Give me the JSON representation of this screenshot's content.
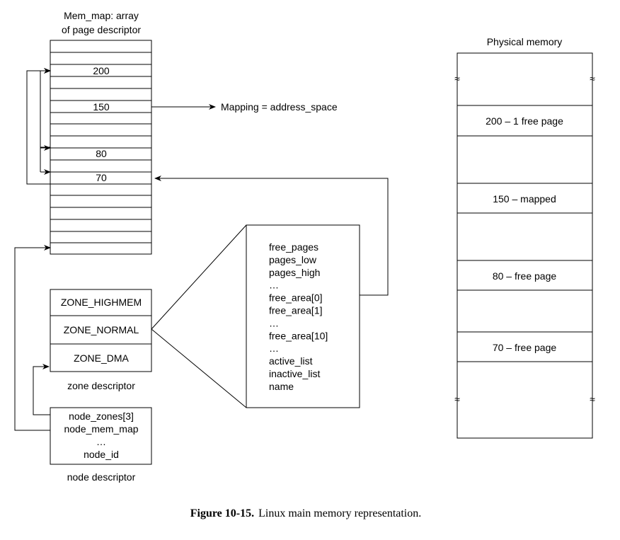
{
  "mem_map": {
    "title_line1": "Mem_map: array",
    "title_line2": "of page descriptor",
    "entries": {
      "e200": "200",
      "e150": "150",
      "e80": "80",
      "e70": "70"
    }
  },
  "mapping_label": "Mapping = address_space",
  "zones": {
    "highmem": "ZONE_HIGHMEM",
    "normal": "ZONE_NORMAL",
    "dma": "ZONE_DMA",
    "caption": "zone descriptor"
  },
  "zone_fields": [
    "free_pages",
    "pages_low",
    "pages_high",
    "…",
    "free_area[0]",
    "free_area[1]",
    "…",
    "free_area[10]",
    "…",
    "active_list",
    "inactive_list",
    "name"
  ],
  "node": {
    "lines": [
      "node_zones[3]",
      "node_mem_map",
      "…",
      "node_id"
    ],
    "caption": "node descriptor"
  },
  "physical": {
    "title": "Physical memory",
    "break_mark": "≈",
    "pages": {
      "p200": "200 – 1 free page",
      "p150": "150 – mapped",
      "p80": "80 – free page",
      "p70": "70 – free page"
    }
  },
  "figure_caption": {
    "label": "Figure 10-15.",
    "text": "Linux main memory representation."
  }
}
